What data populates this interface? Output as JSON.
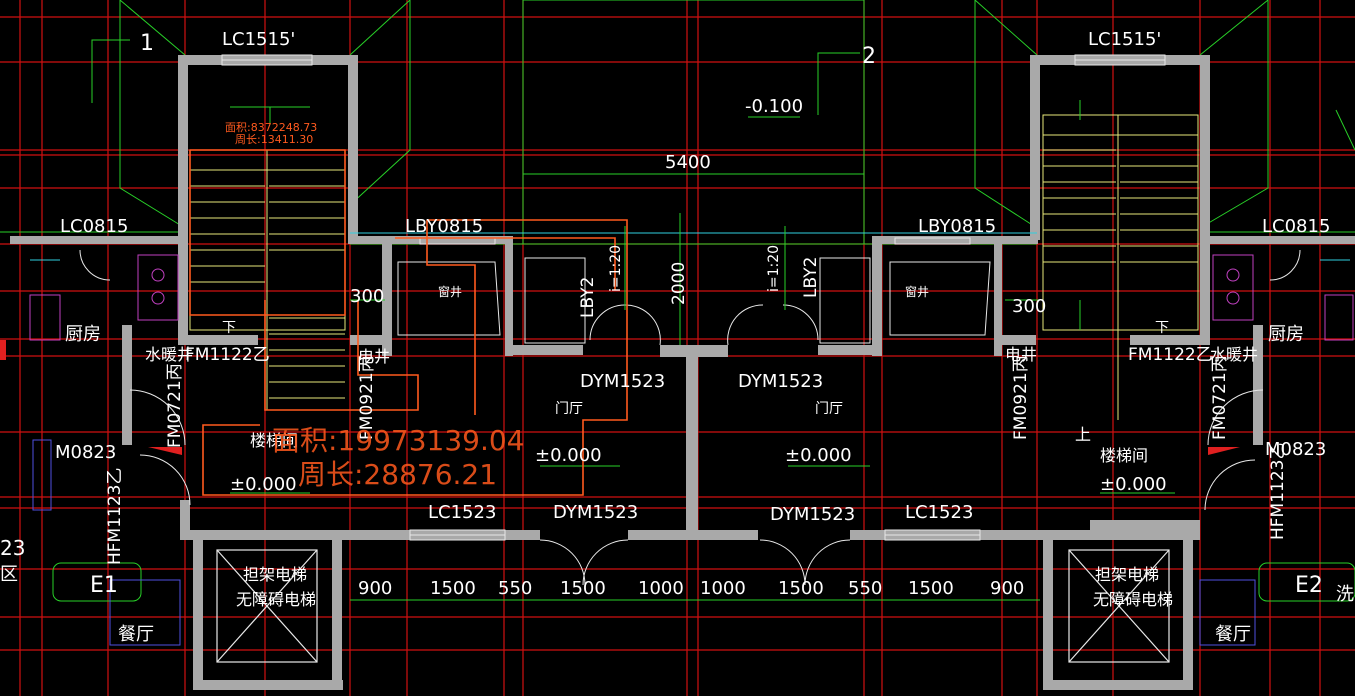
{
  "colors": {
    "background": "#000000",
    "grid_red": "#d01010",
    "wall_gray": "#a9a9a9",
    "green_line": "#28d028",
    "yellow_line": "#e8e87a",
    "label_white": "#ffffff",
    "area_orange": "#ff5a1e",
    "cyan_line": "#30d0e0"
  },
  "axis_markers": {
    "left": "1",
    "center": "2"
  },
  "labels": {
    "window_lc1515_left": "LC1515'",
    "window_lc1515_right": "LC1515'",
    "level_top": "-0.100",
    "dim_5400": "5400",
    "window_lc0815_left": "LC0815",
    "window_lc0815_right": "LC0815",
    "window_lby0815_left": "LBY0815",
    "window_lby0815_right": "LBY0815",
    "dim_2000": "2000",
    "slope_left": "i=1:20",
    "slope_right": "i=1:20",
    "lby2_left": "LBY2",
    "lby2_right": "LBY2",
    "dim_300_left": "300",
    "dim_300_right": "300",
    "window_well_left": "窗井",
    "window_well_right": "窗井",
    "kitchen_left": "厨房",
    "kitchen_right": "厨房",
    "water_heating_left": "水暖井",
    "water_heating_right": "水暖井",
    "fm1122_left": "FM1122乙",
    "fm1122_right": "FM1122乙",
    "electric_well_left": "电井",
    "electric_well_right": "电井",
    "fm0721_left": "FM0721丙",
    "fm0721_right": "FM0721丙",
    "fm0921_left": "FM0921丙",
    "fm0921_right": "FM0921丙",
    "down_left": "下",
    "down_right": "下",
    "up_right": "上",
    "dym1523_1": "DYM1523",
    "dym1523_2": "DYM1523",
    "dym1523_3": "DYM1523",
    "dym1523_4": "DYM1523",
    "foyer_left": "门厅",
    "foyer_right": "门厅",
    "stair_hall_left": "楼梯间",
    "stair_hall_right": "楼梯间",
    "m0823_left": "M0823",
    "m0823_right": "M0823",
    "level_0_1": "±0.000",
    "level_0_2": "±0.000",
    "level_0_3": "±0.000",
    "level_0_4": "±0.000",
    "lc1523_left": "LC1523",
    "lc1523_right": "LC1523",
    "hfm1123_left": "HFM1123乙",
    "hfm1123_right": "HFM1123乙",
    "elevator_left_1": "担架电梯",
    "elevator_left_2": "无障碍电梯",
    "elevator_right_1": "担架电梯",
    "elevator_right_2": "无障碍电梯",
    "e1": "E1",
    "e2": "E2",
    "dining_left": "餐厅",
    "dining_right": "餐厅",
    "edge_23": "23",
    "edge_qu": "区",
    "edge_xi": "洗",
    "small_area": "面积:8372248.73",
    "small_perimeter": "周长:13411.30",
    "big_area": "面积:19973139.04",
    "big_perimeter": "周长:28876.21"
  },
  "dimension_chain": [
    "900",
    "1500",
    "550",
    "1500",
    "1000",
    "1000",
    "1500",
    "550",
    "1500",
    "900"
  ]
}
